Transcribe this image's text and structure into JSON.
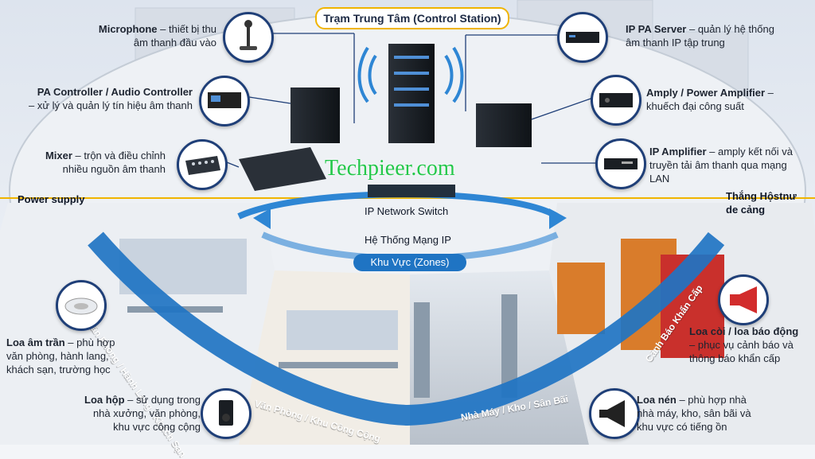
{
  "title": "Trạm Trung Tâm (Control Station)",
  "watermark": "Techpieer.com",
  "left_labels": [
    {
      "bold": "Microphone",
      "text": " – thiết bị thu",
      "text2": "âm thanh đầu vào"
    },
    {
      "bold": "PA Controller / Audio Controller",
      "text": "",
      "text2": "– xử lý và quản lý tín hiệu âm thanh"
    },
    {
      "bold": "Mixer",
      "text": " – trộn và điều chỉnh",
      "text2": "nhiều nguồn âm thanh"
    }
  ],
  "right_labels": [
    {
      "bold": "IP PA Server",
      "text": " – quản lý hệ thống",
      "text2": "âm thanh IP tập trung"
    },
    {
      "bold": "Amply / Power Amplifier",
      "text": " –",
      "text2": "khuếch đại công suất"
    },
    {
      "bold": "IP Amplifier",
      "text": " – amply kết nối và",
      "text2": "truyền tải âm thanh qua mạng",
      "text3": "LAN"
    }
  ],
  "power_supply": "Power supply",
  "right_side": {
    "line1": "Thắng Hộstnư",
    "line2": "de cảng"
  },
  "switch_label": "IP Network Switch",
  "network_label": "Hệ Thống Mạng IP",
  "zones_label": "Khu Vực (Zones)",
  "band_labels": [
    "Văn Phòng / Hành Lang / Khách Sạn",
    "Văn Phòng / Khu Công Cộng",
    "Nhà Máy / Kho / Sân Bãi",
    "Cảnh Báo Khẩn Cấp"
  ],
  "speakers": [
    {
      "bold": "Loa âm trần",
      "text": " – phù hợp",
      "text2": "văn phòng, hành lang,",
      "text3": "khách sạn, trường học"
    },
    {
      "bold": "Loa hộp",
      "text": " – sử dụng trong",
      "text2": "nhà xưởng, văn phòng,",
      "text3": "khu vực công cộng"
    },
    {
      "bold": "Loa còi / loa báo động",
      "text": "",
      "text2": "– phục vụ cảnh báo và",
      "text3": "thông báo khẩn cấp"
    },
    {
      "bold": "Loa nén",
      "text": " – phù hợp nhà",
      "text2": "nhà máy, kho, sân bãi và",
      "text3": "khu vực có tiếng ồn"
    }
  ],
  "colors": {
    "accent_blue": "#1f74c3",
    "dark_blue": "#1f3f78",
    "gold": "#f0b400",
    "watermark_green": "#25c84b"
  },
  "icons": [
    "microphone-icon",
    "controller-icon",
    "mixer-icon",
    "server-icon",
    "amplifier-icon",
    "ip-amplifier-icon",
    "ceiling-speaker-icon",
    "box-speaker-icon",
    "siren-icon",
    "horn-speaker-icon"
  ]
}
